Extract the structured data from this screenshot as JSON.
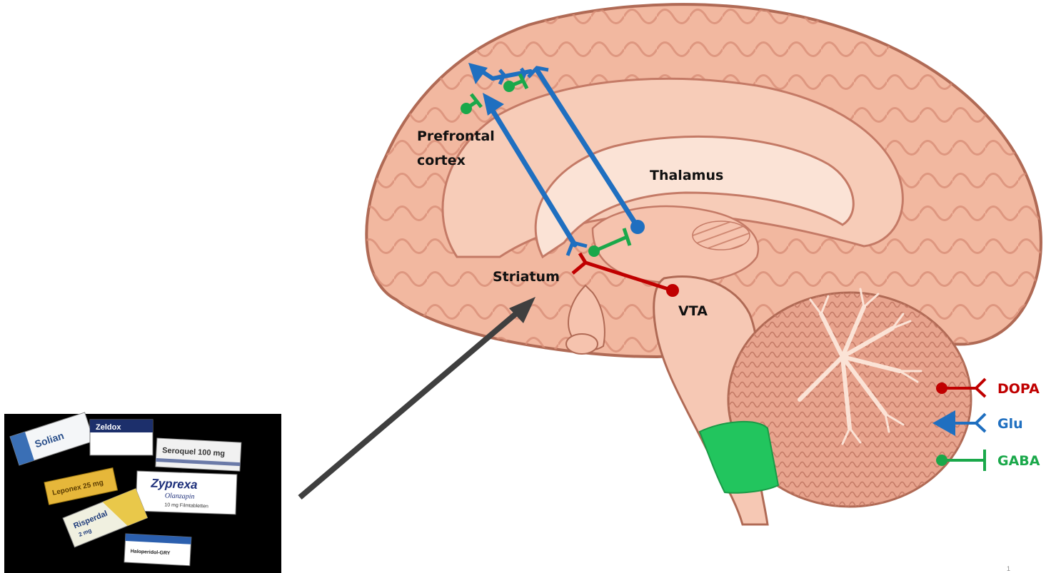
{
  "labels": {
    "prefrontal_line1": "Prefrontal",
    "prefrontal_line2": "cortex",
    "thalamus": "Thalamus",
    "striatum": "Striatum",
    "vta": "VTA"
  },
  "legend": {
    "dopa": "DOPA",
    "glu": "Glu",
    "gaba": "GABA"
  },
  "drug_boxes": {
    "solian": "Solian",
    "zeldox": "Zeldox",
    "seroquel": "Seroquel 100 mg",
    "leponex": "Leponex 25 mg",
    "zyprexa": "Zyprexa",
    "olanzapin": "Olanzapin",
    "olanzapin_sub": "10 mg Filmtabletten",
    "risperdal": "Risperdal",
    "risperdal_sub": "2 mg",
    "haloperidol": "Haloperidol-GRY"
  },
  "page_number": "1",
  "colors": {
    "dopa": "#c00000",
    "glu": "#1f6fc0",
    "gaba": "#1aa84a",
    "brain_fill": "#f2b8a0",
    "brain_outline": "#b06a55",
    "arrow": "#3f3f3f",
    "highlight": "#22c55e"
  }
}
